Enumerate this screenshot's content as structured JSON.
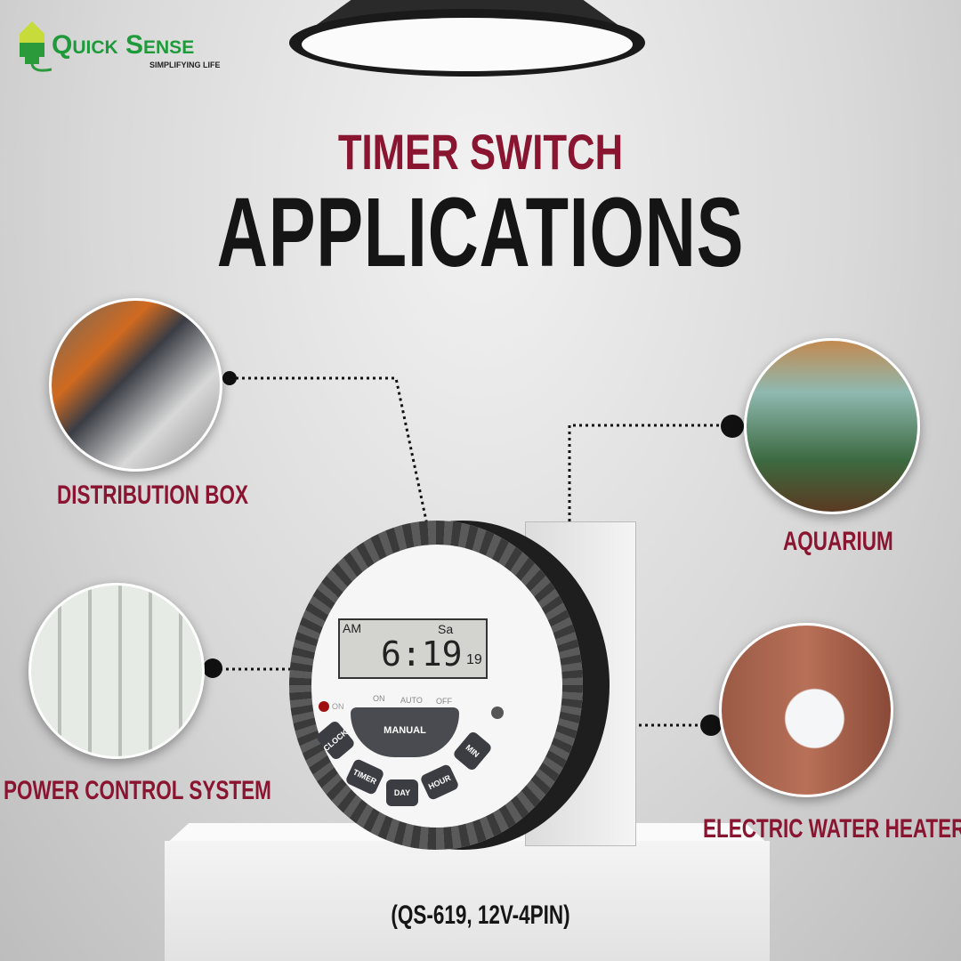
{
  "brand": {
    "name": "Quick Sense",
    "tagline": "SIMPLIFYING LIFE",
    "color": "#1e9a3a"
  },
  "title": {
    "line1": "TIMER SWITCH",
    "line2": "APPLICATIONS",
    "accent": "#8a1530"
  },
  "applications": [
    {
      "label": "DISTRIBUTION BOX"
    },
    {
      "label": "POWER CONTROL SYSTEM"
    },
    {
      "label": "AQUARIUM"
    },
    {
      "label": "ELECTRIC WATER HEATER"
    }
  ],
  "device": {
    "display": {
      "ampm": "AM",
      "day": "Sa",
      "time": "6:19",
      "seconds": "19"
    },
    "indicator": "ON",
    "modes": [
      "ON",
      "AUTO",
      "OFF"
    ],
    "buttons": {
      "manual": "MANUAL",
      "clock": "CLOCK",
      "timer": "TIMER",
      "day": "DAY",
      "hour": "HOUR",
      "min": "MIN"
    }
  },
  "model": "(QS-619, 12V-4PIN)"
}
